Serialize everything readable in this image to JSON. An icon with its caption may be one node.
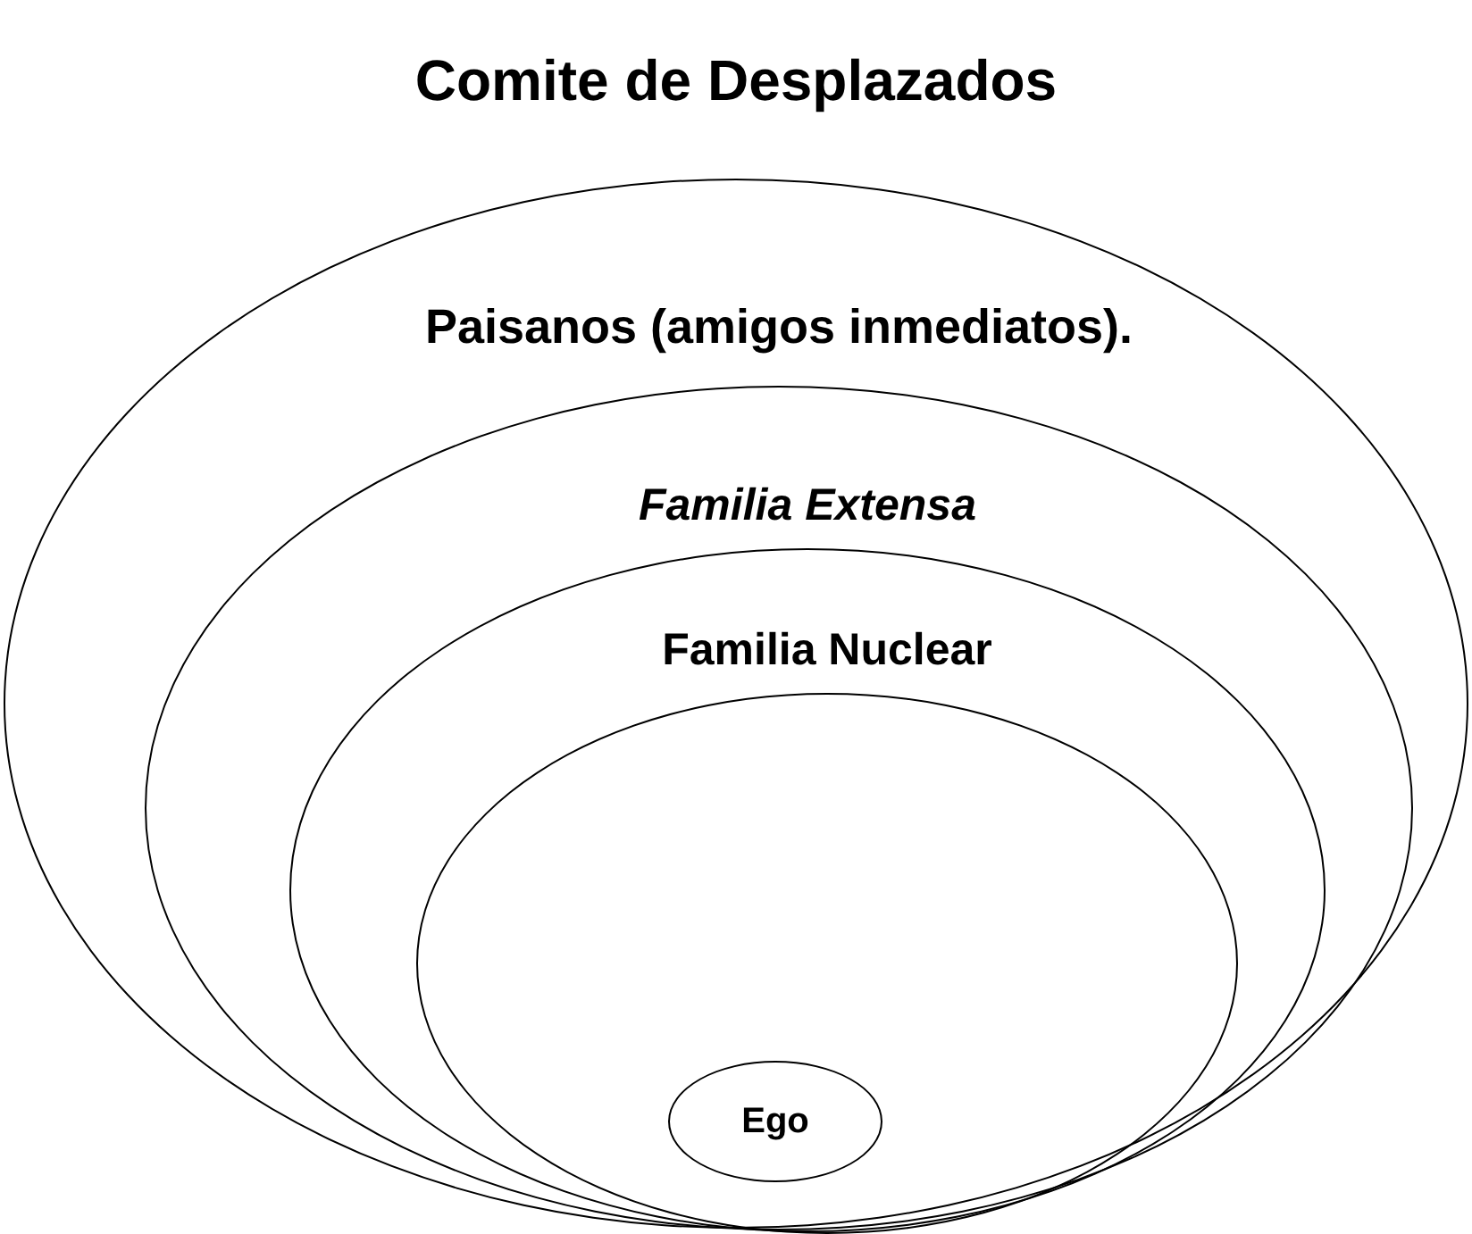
{
  "diagram": {
    "nodes": [
      {
        "text": [
          "Comite de Desplazados"
        ]
      },
      {
        "text": [
          "Paisanos (amigos inmediatos)."
        ],
        "in": 0
      },
      {
        "text": [
          "Familia Extensa"
        ],
        "in": 1
      },
      {
        "text": [
          "Familia Nuclear"
        ],
        "in": 2
      },
      {
        "text": [
          "Ego"
        ],
        "in": 3
      }
    ]
  }
}
